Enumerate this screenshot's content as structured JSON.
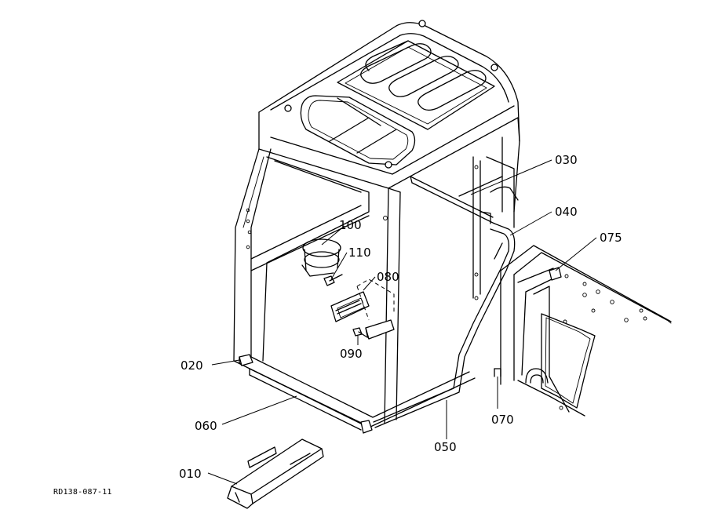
{
  "callouts": {
    "p010": "010",
    "p020": "020",
    "p030": "030",
    "p040": "040",
    "p050": "050",
    "p060": "060",
    "p070": "070",
    "p075": "075",
    "p080": "080",
    "p090": "090",
    "p100": "100",
    "p110": "110"
  },
  "drawing_code": "RD138-087-11"
}
